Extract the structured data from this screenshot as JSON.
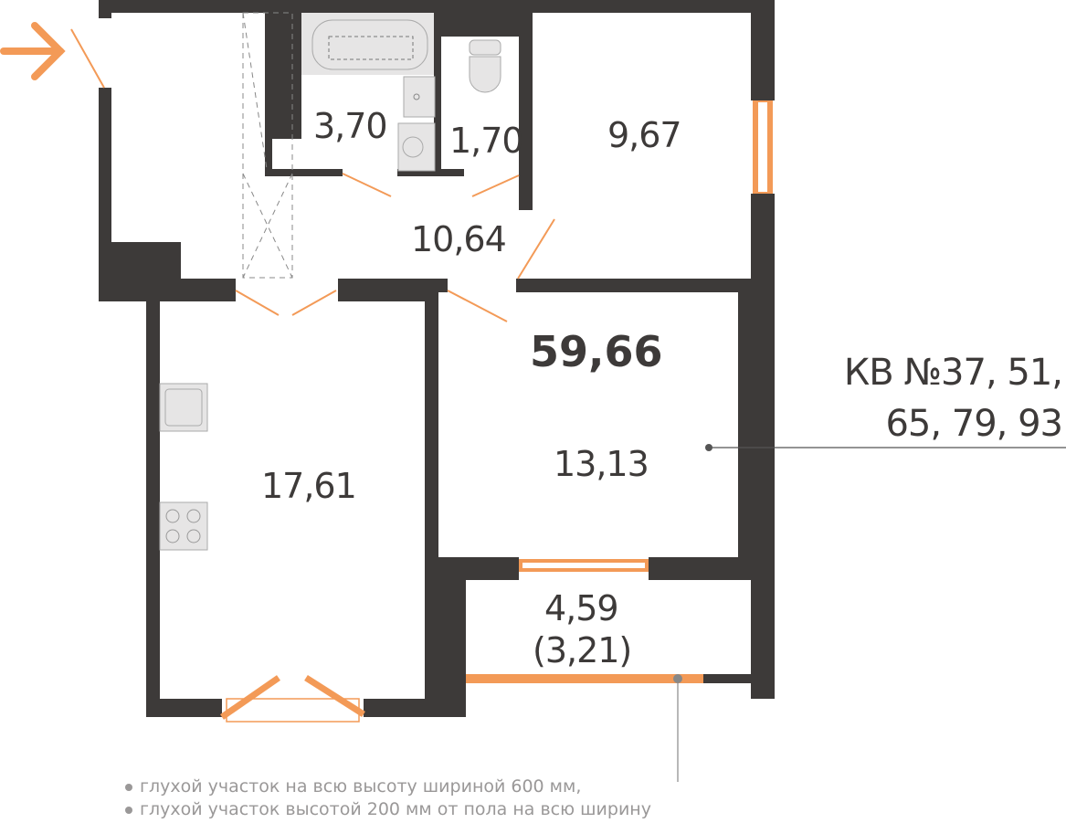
{
  "colors": {
    "wall": "#3d3a39",
    "accent": "#f39a57",
    "fixture": "#e6e5e5",
    "note": "#9a9898"
  },
  "plan": {
    "total_area": "59,66",
    "apartment_numbers_line1": "КВ №37, 51,",
    "apartment_numbers_line2": "65, 79, 93",
    "rooms": {
      "bathroom": "3,70",
      "toilet": "1,70",
      "bedroom_small": "9,67",
      "hall": "10,64",
      "kitchen": "17,61",
      "bedroom": "13,13",
      "balcony_area": "4,59",
      "balcony_area_reduced": "(3,21)"
    }
  },
  "notes": [
    "глухой участок на всю высоту шириной 600 мм,",
    "глухой участок высотой 200 мм от пола на всю ширину"
  ],
  "icons": [
    "entrance-arrow-icon",
    "bathtub-icon",
    "toilet-icon",
    "sink-icon",
    "washing-machine-icon",
    "kitchen-sink-icon",
    "stove-icon"
  ]
}
